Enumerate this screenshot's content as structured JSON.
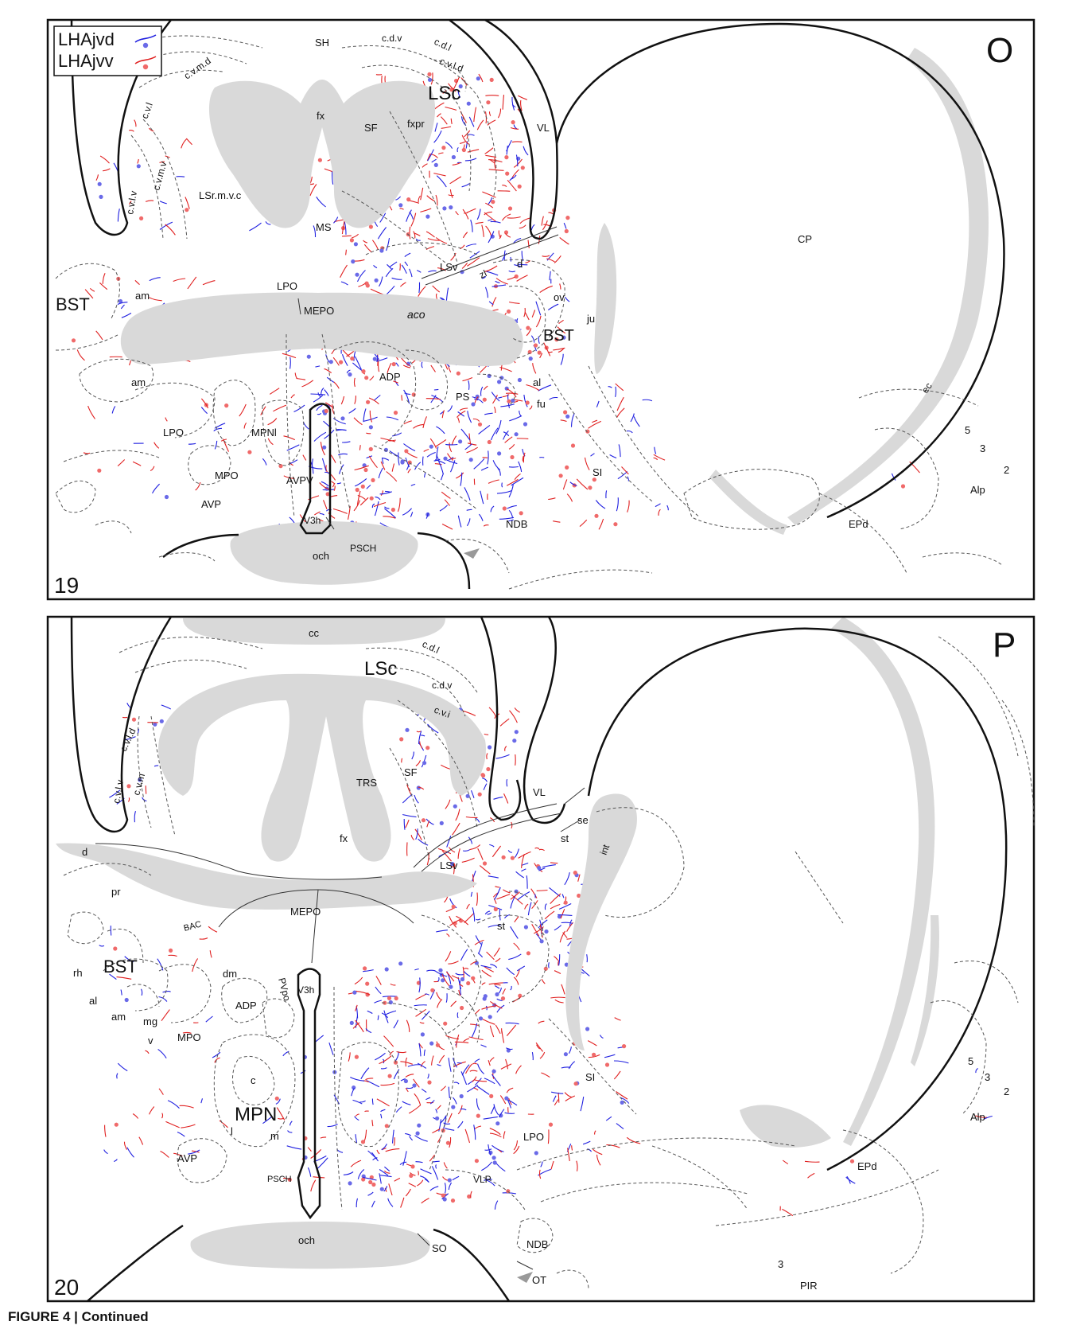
{
  "figure": {
    "caption": "FIGURE 4 | Continued",
    "legend": [
      {
        "label": "LHAjvd",
        "color": "#2020e0"
      },
      {
        "label": "LHAjvv",
        "color": "#e02020"
      }
    ],
    "colors": {
      "fiber_tract": "#d9d9d9",
      "outline": "#111111",
      "region_line": "#555555"
    }
  },
  "panels": [
    {
      "id": "O",
      "letter": "O",
      "level": "19",
      "labels": {
        "SH": "SH",
        "cdv": "c.d.v",
        "cdl": "c.d.l",
        "cvld": "c.v.l.d",
        "cvmd": "c.v.m.d",
        "cvl": "c.v.l",
        "cvmv": "c.v.m.v",
        "cvlv": "c.v.l.v",
        "LSc": "LSc",
        "fx": "fx",
        "SF": "SF",
        "fxpr": "fxpr",
        "VL": "VL",
        "LSrmvc": "LSr.m.v.c",
        "MS": "MS",
        "CP": "CP",
        "LSv": "LSv",
        "zl": "zl",
        "d": "d",
        "BST1": "BST",
        "am1": "am",
        "LPO1": "LPO",
        "MEPO": "MEPO",
        "aco": "aco",
        "ov": "ov",
        "ju": "ju",
        "BST2": "BST",
        "am2": "am",
        "ADP": "ADP",
        "al": "al",
        "PS": "PS",
        "fu": "fu",
        "ec": "ec",
        "LPO2": "LPO",
        "MPNl": "MPNl",
        "n5": "5",
        "n3": "3",
        "n2": "2",
        "SI": "SI",
        "Alp": "Alp",
        "MPO": "MPO",
        "AVPV": "AVPV",
        "AVP": "AVP",
        "V3h": "V3h",
        "NDB": "NDB",
        "EPd": "EPd",
        "och": "och",
        "PSCH": "PSCH"
      }
    },
    {
      "id": "P",
      "letter": "P",
      "level": "20",
      "labels": {
        "cc": "cc",
        "cdl": "c.d.l",
        "LSc": "LSc",
        "cdv": "c.d.v",
        "cvi": "c.v.i",
        "cvld": "c.v.l.d",
        "cvm": "c.v.m",
        "cvlv": "c.v.l.v",
        "TRS": "TRS",
        "SF": "SF",
        "VL": "VL",
        "se": "se",
        "st1": "st",
        "fx": "fx",
        "int": "int",
        "d": "d",
        "LSv": "LSv",
        "pr": "pr",
        "MEPO": "MEPO",
        "BAC": "BAC",
        "st2": "st",
        "rh": "rh",
        "BST": "BST",
        "dm": "dm",
        "PVpo": "PVpo",
        "V3h": "V3h",
        "al": "al",
        "am": "am",
        "mg": "mg",
        "ADP": "ADP",
        "v": "v",
        "MPO": "MPO",
        "c": "c",
        "SI": "SI",
        "n5": "5",
        "n3": "3",
        "n2": "2",
        "MPN": "MPN",
        "l": "l",
        "m": "m",
        "LPO": "LPO",
        "Alp": "Alp",
        "AVP": "AVP",
        "PSCH": "PSCH",
        "VLP": "VLP",
        "EPd": "EPd",
        "och": "och",
        "SO": "SO",
        "NDB": "NDB",
        "OT": "OT",
        "n3b": "3",
        "PIR": "PIR"
      }
    }
  ]
}
